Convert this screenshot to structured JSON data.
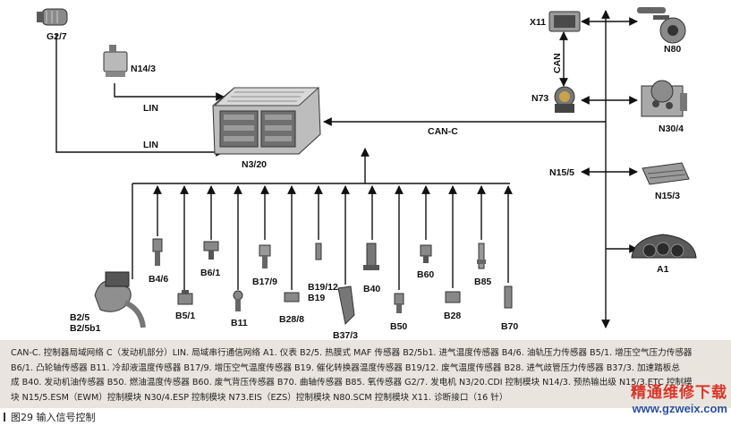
{
  "components": {
    "g2_7": "G2/7",
    "n14_3": "N14/3",
    "n3_20": "N3/20",
    "x11": "X11",
    "n80": "N80",
    "n73": "N73",
    "n30_4": "N30/4",
    "n15_5": "N15/5",
    "n15_3": "N15/3",
    "a1": "A1",
    "b4_6": "B4/6",
    "b6_1": "B6/1",
    "b17_9": "B17/9",
    "b19_12": "B19/12",
    "b19": "B19",
    "b40": "B40",
    "b60": "B60",
    "b85": "B85",
    "b2_5": "B2/5",
    "b2_5b1": "B2/5b1",
    "b5_1": "B5/1",
    "b11": "B11",
    "b28_8": "B28/8",
    "b37_3": "B37/3",
    "b50": "B50",
    "b28": "B28",
    "b70": "B70"
  },
  "buses": {
    "lin_upper": "LIN",
    "lin_lower": "LIN",
    "can_c": "CAN-C",
    "can_vertical": "CAN"
  },
  "legend": {
    "line1": "CAN-C. 控制器局域网络 C（发动机部分）LIN. 局域串行通信网络  A1. 仪表  B2/5. 热膜式 MAF 传感器  B2/5b1. 进气温度传感器  B4/6. 油轨压力传感器  B5/1. 增压空气压力传感器",
    "line2": "B6/1. 凸轮轴传感器  B11. 冷却液温度传感器  B17/9. 增压空气温度传感器  B19. 催化转换器温度传感器  B19/12. 废气温度传感器  B28. 进气歧管压力传感器  B37/3. 加速踏板总",
    "line3": "成  B40. 发动机油传感器  B50. 燃油温度传感器  B60. 废气背压传感器  B70. 曲轴传感器  B85. 氧传感器  G2/7. 发电机  N3/20.CDI 控制模块  N14/3. 预热输出级  N15/3.ETC 控制模",
    "line4": "块  N15/5.ESM（EWM）控制模块  N30/4.ESP 控制模块  N73.EIS（EZS）控制模块  N80.SCM 控制模块  X11. 诊断接口（16 针）"
  },
  "caption": "图29  输入信号控制",
  "watermark": {
    "title": "精通维修下载",
    "url": "www.gzweix.com"
  }
}
